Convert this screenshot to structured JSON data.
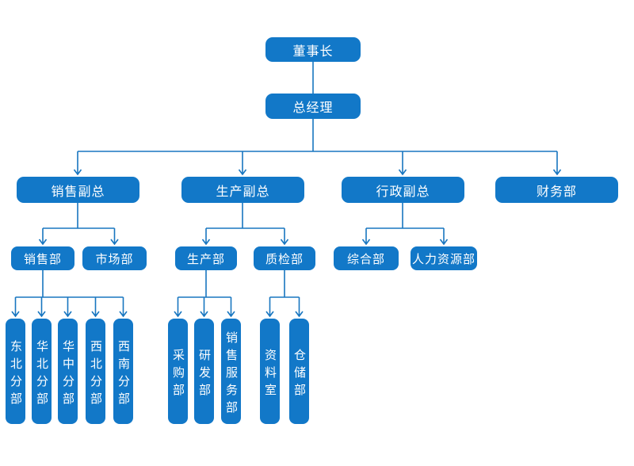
{
  "colors": {
    "node_fill": "#1278c8",
    "node_text": "#ffffff",
    "connector_line": "#1876c0",
    "background": "#ffffff"
  },
  "nodes": {
    "chairman": {
      "label": "董事长"
    },
    "general_manager": {
      "label": "总经理"
    },
    "sales_vp": {
      "label": "销售副总"
    },
    "production_vp": {
      "label": "生产副总"
    },
    "admin_vp": {
      "label": "行政副总"
    },
    "finance_dept": {
      "label": "财务部"
    },
    "sales_dept": {
      "label": "销售部"
    },
    "marketing_dept": {
      "label": "市场部"
    },
    "production_dept": {
      "label": "生产部"
    },
    "quality_dept": {
      "label": "质检部"
    },
    "general_affairs_dept": {
      "label": "综合部"
    },
    "hr_dept": {
      "label": "人力资源部"
    },
    "northeast_branch": {
      "label": "东北分部"
    },
    "north_china_branch": {
      "label": "华北分部"
    },
    "central_china_branch": {
      "label": "华中分部"
    },
    "northwest_branch": {
      "label": "西北分部"
    },
    "southwest_branch": {
      "label": "西南分部"
    },
    "purchasing_dept": {
      "label": "采购部"
    },
    "rnd_dept": {
      "label": "研发部"
    },
    "sales_service_dept": {
      "label": "销售服务部"
    },
    "archives_room": {
      "label": "资料室"
    },
    "warehouse_dept": {
      "label": "仓储部"
    }
  },
  "edges": [
    {
      "from": "chairman",
      "to": "general_manager"
    },
    {
      "from": "general_manager",
      "to": "sales_vp"
    },
    {
      "from": "general_manager",
      "to": "production_vp"
    },
    {
      "from": "general_manager",
      "to": "admin_vp"
    },
    {
      "from": "general_manager",
      "to": "finance_dept"
    },
    {
      "from": "sales_vp",
      "to": "sales_dept"
    },
    {
      "from": "sales_vp",
      "to": "marketing_dept"
    },
    {
      "from": "production_vp",
      "to": "production_dept"
    },
    {
      "from": "production_vp",
      "to": "quality_dept"
    },
    {
      "from": "admin_vp",
      "to": "general_affairs_dept"
    },
    {
      "from": "admin_vp",
      "to": "hr_dept"
    },
    {
      "from": "sales_dept",
      "to": "northeast_branch"
    },
    {
      "from": "sales_dept",
      "to": "north_china_branch"
    },
    {
      "from": "sales_dept",
      "to": "central_china_branch"
    },
    {
      "from": "sales_dept",
      "to": "northwest_branch"
    },
    {
      "from": "sales_dept",
      "to": "southwest_branch"
    },
    {
      "from": "production_dept",
      "to": "purchasing_dept"
    },
    {
      "from": "production_dept",
      "to": "rnd_dept"
    },
    {
      "from": "production_dept",
      "to": "sales_service_dept"
    },
    {
      "from": "quality_dept",
      "to": "archives_room"
    },
    {
      "from": "quality_dept",
      "to": "warehouse_dept"
    }
  ]
}
